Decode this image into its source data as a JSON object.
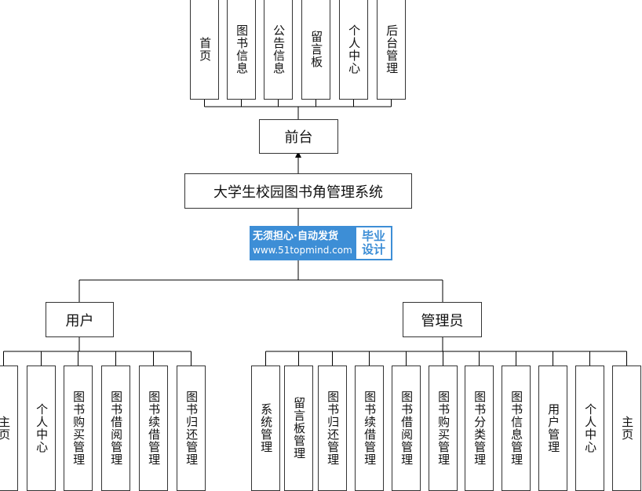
{
  "diagram": {
    "front_modules": [
      "首页",
      "图书信息",
      "公告信息",
      "留言板",
      "个人中心",
      "后台管理"
    ],
    "front_label": "前台",
    "system_title": "大学生校园图书角管理系统",
    "user_label": "用户",
    "admin_label": "管理员",
    "user_modules": [
      "主页",
      "个人中心",
      "图书购买管理",
      "图书借阅管理",
      "图书续借管理",
      "图书归还管理"
    ],
    "admin_modules": [
      "系统管理",
      "留言板管理",
      "图书归还管理",
      "图书续借管理",
      "图书借阅管理",
      "图书购买管理",
      "图书分类管理",
      "图书信息管理",
      "用户管理",
      "个人中心",
      "主页"
    ]
  },
  "watermark": {
    "slogan": "无须担心·自动发货",
    "url": "www.51topmind.com",
    "badge_line1": "毕业",
    "badge_line2": "设计",
    "color": "#3d8ed6"
  }
}
